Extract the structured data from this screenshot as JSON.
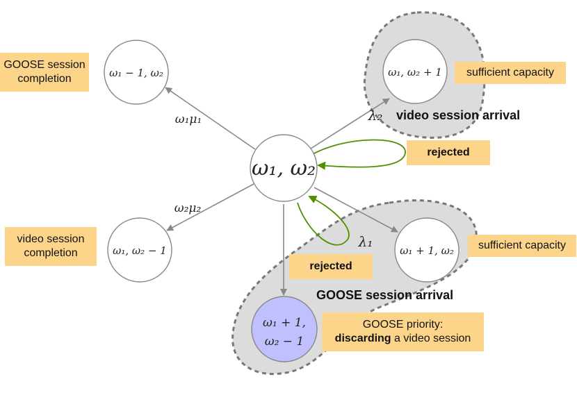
{
  "states": {
    "center": "ω₁, ω₂",
    "top_left": "ω₁ − 1, ω₂",
    "bottom_left": "ω₁, ω₂ − 1",
    "top_right": "ω₁, ω₂ + 1",
    "right": "ω₁ + 1, ω₂",
    "bottom_line1": "ω₁ + 1,",
    "bottom_line2": "ω₂ − 1"
  },
  "rates": {
    "goose_completion": "ω₁μ₁",
    "video_completion": "ω₂μ₂",
    "video_arrival": "λ₂",
    "goose_arrival": "λ₁"
  },
  "labels": {
    "goose_completion_line1": "GOOSE session",
    "goose_completion_line2": "completion",
    "video_completion_line1": "video session",
    "video_completion_line2": "completion",
    "sufficient_capacity_top": "sufficient capacity",
    "sufficient_capacity_right": "sufficient capacity",
    "rejected_top": "rejected",
    "rejected_bottom": "rejected",
    "video_arrival_heading": "video session arrival",
    "goose_arrival_heading": "GOOSE session arrival",
    "goose_priority_line1": "GOOSE priority:",
    "goose_priority_bold": "discarding",
    "goose_priority_rest": " a video session"
  },
  "colors": {
    "box_fill": "#fcd58b",
    "region_fill": "#dcdcdc",
    "region_stroke": "#777777",
    "edge": "#888888",
    "reject_edge": "#4f8f00",
    "priority_state_fill": "#c0c0ff"
  }
}
